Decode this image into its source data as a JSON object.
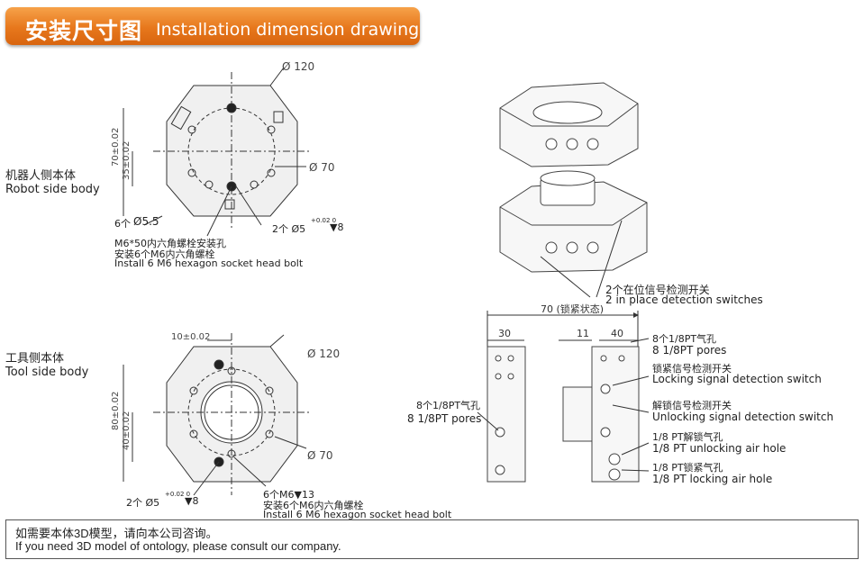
{
  "header": {
    "title_zh": "安装尺寸图",
    "title_en": "Installation dimension drawing"
  },
  "robot_side": {
    "label_zh": "机器人侧本体",
    "label_en": "Robot side body",
    "dim_outer": "Ø 120",
    "dim_bolt_circle": "Ø 70",
    "dim_height": "70±0.02",
    "dim_offset": "35±0.02",
    "holes_count": "6个",
    "holes_dia": "Ø5.5",
    "pin_note": "2个 Ø5",
    "pin_tol": "+0.02 0",
    "pin_depth": "▼8",
    "bolt_note_1": "M6*50内六角螺栓安装孔",
    "bolt_note_2": "安装6个M6内六角螺栓",
    "bolt_note_3": "Install 6 M6 hexagon socket head bolt"
  },
  "tool_side": {
    "label_zh": "工具侧本体",
    "label_en": "Tool side body",
    "dim_outer": "Ø 120",
    "dim_bolt_circle": "Ø 70",
    "dim_top": "10±0.02",
    "dim_height": "80±0.02",
    "dim_offset": "40±0.02",
    "pin_note": "2个 Ø5",
    "pin_tol": "+0.02 0",
    "pin_depth": "▼8",
    "bolt_note_1": "6个M6▼13",
    "bolt_note_2": "安装6个M6内六角螺栓",
    "bolt_note_3": "Install 6 M6 hexagon socket head bolt"
  },
  "iso_view": {
    "switch_zh": "2个在位信号检测开关",
    "switch_en": "2 in place detection switches"
  },
  "side_view": {
    "dim_total": "70 (锁紧状态)",
    "dim_left": "30",
    "dim_gap": "11",
    "dim_right": "40",
    "left_pores_zh": "8个1/8PT气孔",
    "left_pores_en": "8 1/8PT pores",
    "callouts": [
      {
        "zh": "8个1/8PT气孔",
        "en": "8 1/8PT pores"
      },
      {
        "zh": "锁紧信号检测开关",
        "en": "Locking signal detection switch"
      },
      {
        "zh": "解锁信号检测开关",
        "en": "Unlocking signal detection switch"
      },
      {
        "zh": "1/8 PT解锁气孔",
        "en": "1/8 PT unlocking air hole"
      },
      {
        "zh": "1/8 PT锁紧气孔",
        "en": "1/8 PT locking air hole"
      }
    ]
  },
  "footer": {
    "line1": "如需要本体3D模型，请向本公司咨询。",
    "line2": "If you need 3D model of ontology, please consult our company."
  }
}
